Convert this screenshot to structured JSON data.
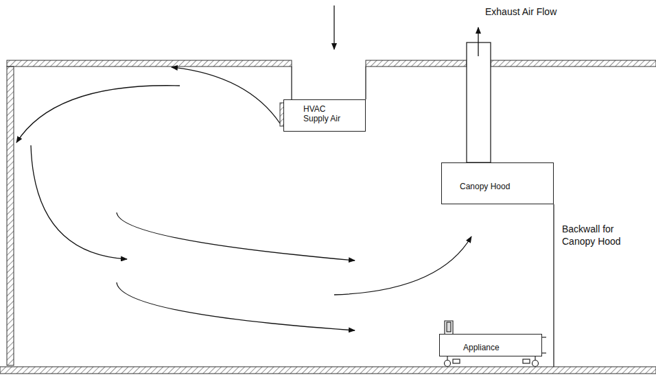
{
  "diagram": {
    "nodes": [
      {
        "text": [
          "HVAC Supply Air"
        ]
      },
      {
        "text": [
          "Canopy Hood"
        ]
      },
      {
        "text": [
          "Appliance"
        ]
      }
    ],
    "labels": [
      "Exhaust Air Flow",
      "Backwall for Canopy Hood"
    ]
  }
}
